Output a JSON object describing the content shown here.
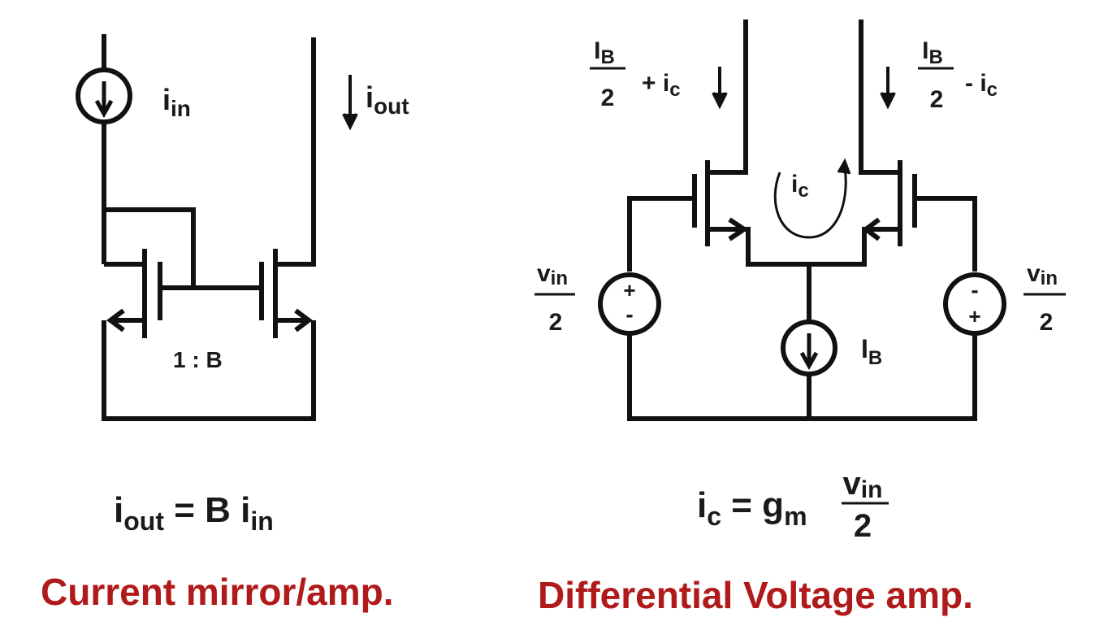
{
  "current_mirror": {
    "iin": {
      "base": "i",
      "sub": "in"
    },
    "iout": {
      "base": "i",
      "sub": "out"
    },
    "ratio": "1 : B",
    "equation": {
      "lhs_base": "i",
      "lhs_sub": "out",
      "mid": " = B ",
      "rhs_base": "i",
      "rhs_sub": "in"
    },
    "caption": "Current mirror/amp."
  },
  "diff_amp": {
    "left_current": {
      "num_base": "I",
      "num_sub": "B",
      "den": "2",
      "suffix_pre": "+ ",
      "suffix_base": "i",
      "suffix_sub": "c"
    },
    "right_current": {
      "num_base": "I",
      "num_sub": "B",
      "den": "2",
      "suffix_pre": "- ",
      "suffix_base": "i",
      "suffix_sub": "c"
    },
    "loop_current": {
      "base": "i",
      "sub": "c"
    },
    "vin_left": {
      "num_base": "v",
      "num_sub": "in",
      "den": "2"
    },
    "vin_right": {
      "num_base": "v",
      "num_sub": "in",
      "den": "2"
    },
    "source_plus": "+",
    "source_minus": "-",
    "tail": {
      "base": "I",
      "sub": "B"
    },
    "equation": {
      "lhs_base": "i",
      "lhs_sub": "c",
      "mid": " = g",
      "mid_sub": "m",
      "frac_num_base": "v",
      "frac_num_sub": "in",
      "frac_den": "2"
    },
    "caption": "Differential Voltage amp."
  },
  "colors": {
    "wire": "#111111",
    "caption": "#b01a1a",
    "text": "#1a1a1a"
  }
}
